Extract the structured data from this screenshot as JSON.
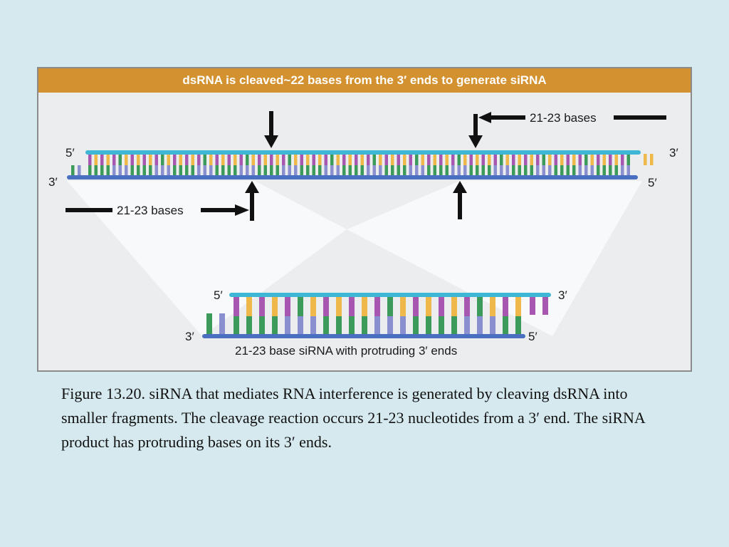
{
  "figure": {
    "header": "dsRNA is cleaved~22 bases from the 3′ ends to generate siRNA",
    "top_bases_label": "21-23 bases",
    "bottom_bases_label": "21-23 bases",
    "dsRNA_left_top": "5′",
    "dsRNA_right_top": "3′",
    "dsRNA_left_bottom": "3′",
    "dsRNA_right_bottom": "5′",
    "sirna_left_top": "5′",
    "sirna_right_top": "3′",
    "sirna_left_bottom": "3′",
    "sirna_right_bottom": "5′",
    "sirna_label": "21-23 base siRNA with protruding 3′ ends"
  },
  "colors": {
    "header": "#d3922f",
    "top_strand": "#3fb6d6",
    "bottom_strand": "#4a6fc0",
    "base_purple": "#a757b0",
    "base_yellow": "#eeb94a",
    "base_green": "#3c9a5a",
    "base_blue": "#8a8fd0"
  },
  "caption": "Figure 13.20.  siRNA that mediates RNA interference is generated by cleaving dsRNA into smaller fragments. The cleavage reaction occurs 21-23 nucleotides from a 3′ end. The siRNA product has protruding bases on its 3′ ends."
}
